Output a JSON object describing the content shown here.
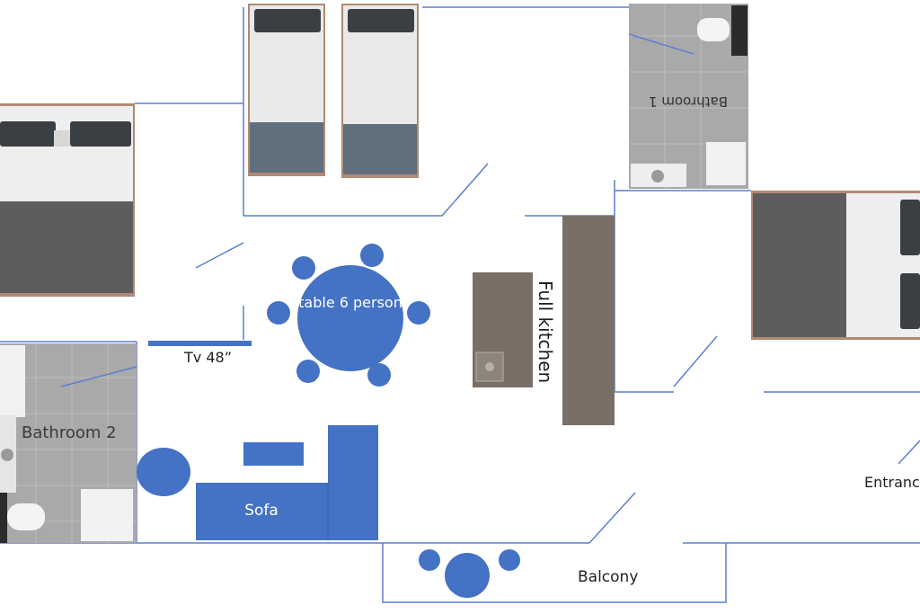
{
  "labels": {
    "table": "table 6 person",
    "tv": "Tv 48”",
    "bathroom_2": "Bathroom 2",
    "bathroom_1": "Bathroom 1",
    "kitchen": "Full kitchen",
    "sofa": "Sofa",
    "entrance": "Entrance",
    "balcony": "Balcony"
  },
  "colors": {
    "wall": "#5b7fcf",
    "furniture_blue": "#4472c4",
    "counter": "#7a6f66",
    "bath_tile": "#a9a9a9",
    "bed_dark": "#5d5d5d",
    "bed_light": "#eeeeee",
    "pillow": "#3a3f44",
    "bed_frame": "#b08a72"
  },
  "icons": [
    "toilet-icon",
    "sink-icon",
    "shower-icon",
    "bed-icon",
    "stove-icon"
  ]
}
